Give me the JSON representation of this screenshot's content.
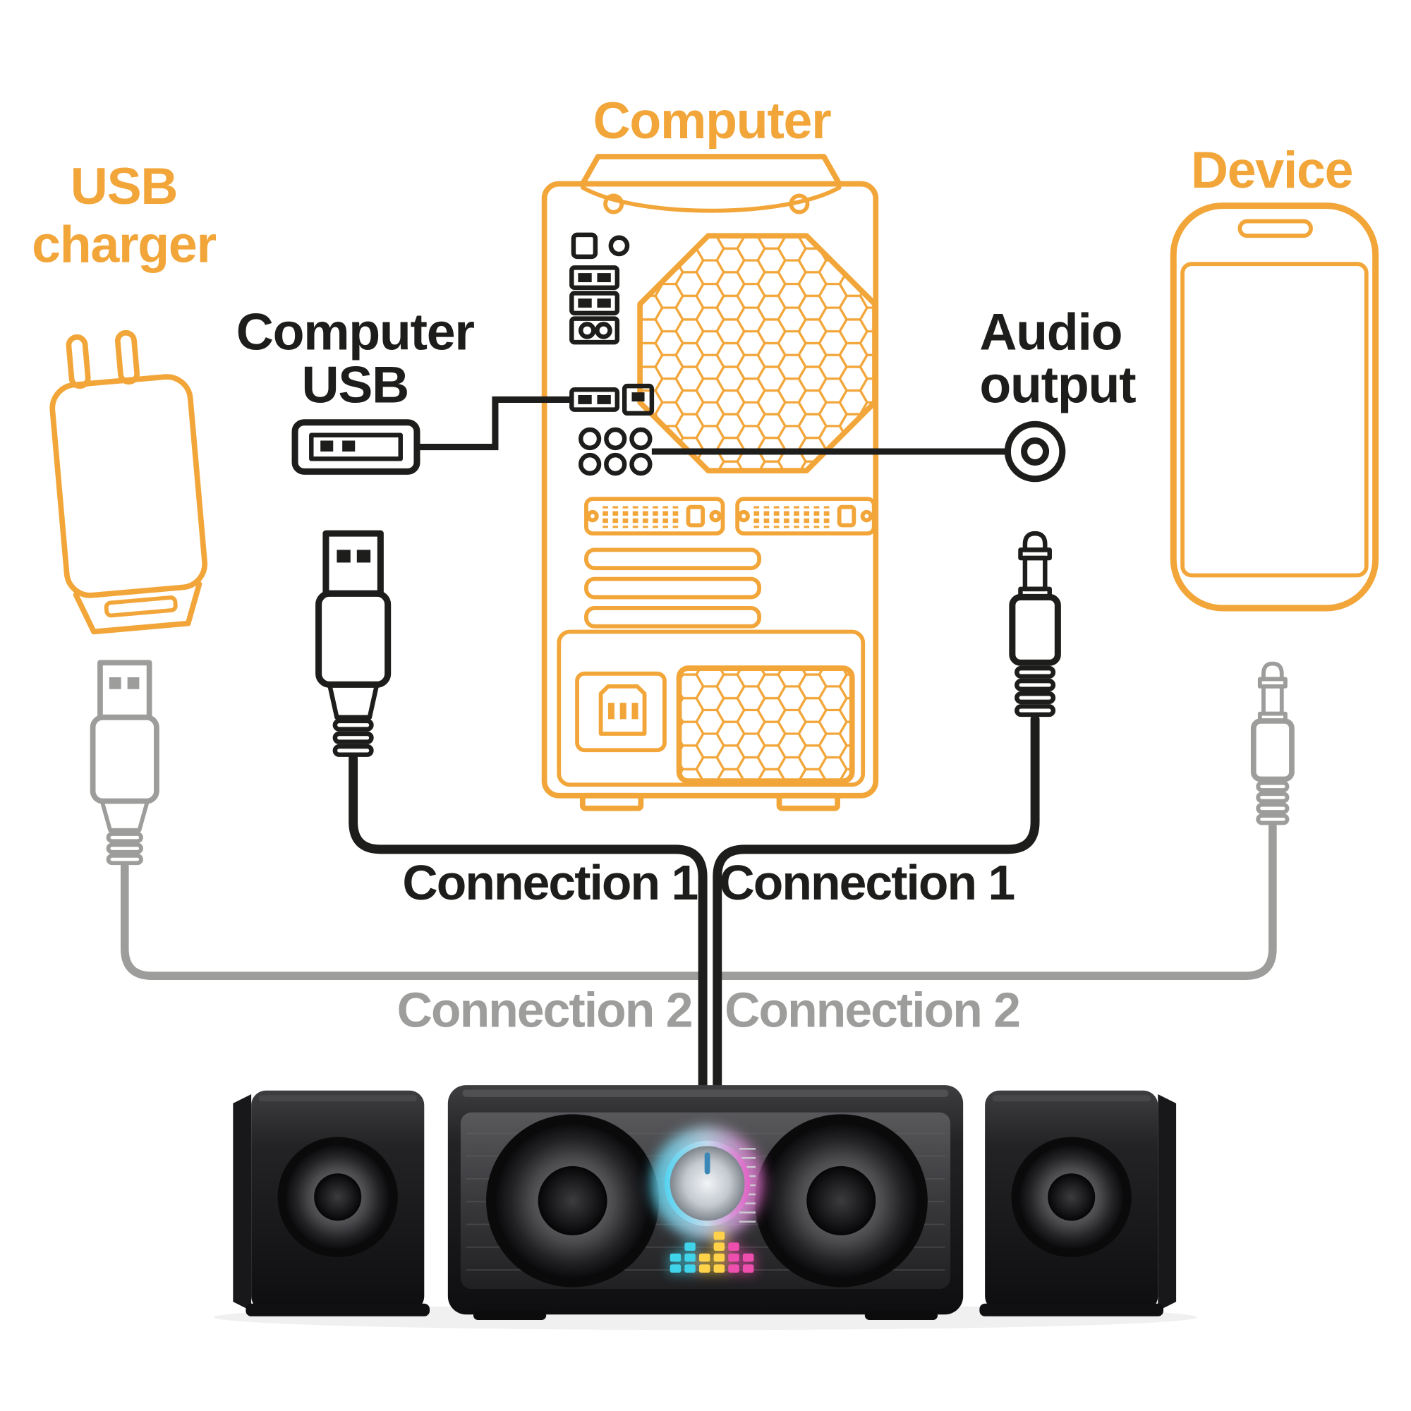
{
  "colors": {
    "accent": "#F2A63A",
    "ink": "#1D1D1B",
    "muted": "#9D9D9C",
    "bg": "#FFFFFF",
    "eq_cyan": "#3FD4E9",
    "eq_yellow": "#FFD24A",
    "eq_magenta": "#EE4FAE"
  },
  "labels": {
    "computer": "Computer",
    "device": "Device",
    "usb_charger": {
      "line1": "USB",
      "line2": "charger"
    },
    "computer_usb": {
      "line1": "Computer",
      "line2": "USB"
    },
    "audio_output": {
      "line1": "Audio",
      "line2": "output"
    },
    "connection1_left": "Connection 1",
    "connection1_right": "Connection 1",
    "connection2_left": "Connection 2",
    "connection2_right": "Connection 2"
  },
  "icons": {
    "usb_charger": "usb-wall-charger-outline",
    "computer": "desktop-tower-rear-outline",
    "device": "smartphone-outline",
    "computer_usb_port": "usb-a-port",
    "audio_output": "audio-jack-ring",
    "usb_plug_black": "usb-a-plug",
    "usb_plug_gray": "usb-a-plug",
    "aux_plug_black": "aux-3-5mm-plug",
    "aux_plug_gray": "aux-3-5mm-plug",
    "speakers": "stereo-2-1-speaker-set"
  }
}
